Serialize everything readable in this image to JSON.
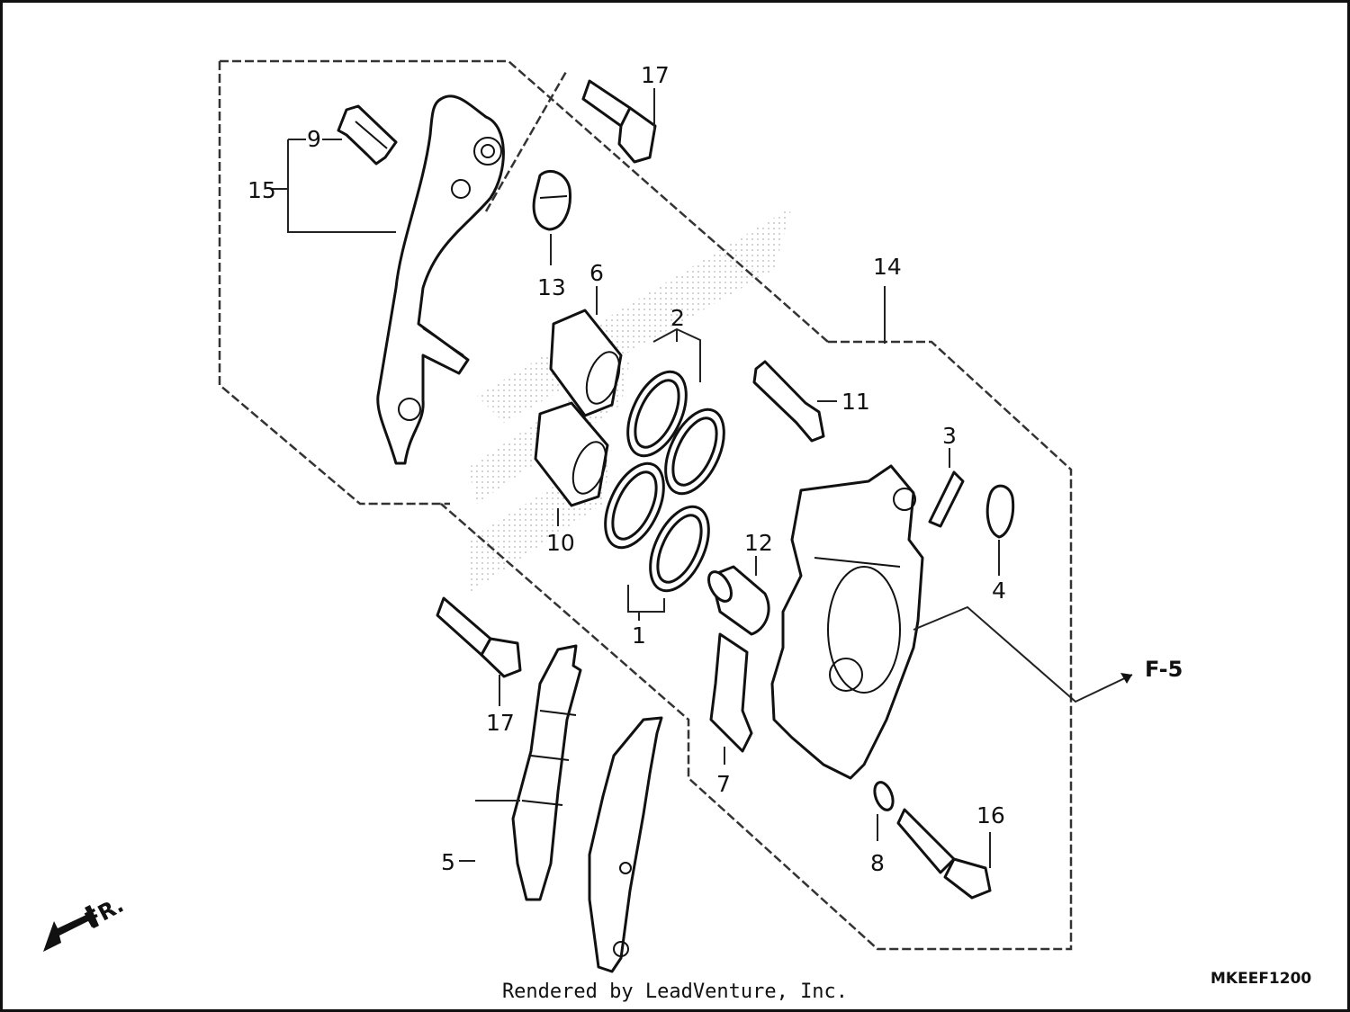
{
  "diagram": {
    "parts": [
      {
        "key": "p1",
        "label": "1"
      },
      {
        "key": "p2",
        "label": "2"
      },
      {
        "key": "p3",
        "label": "3"
      },
      {
        "key": "p4",
        "label": "4"
      },
      {
        "key": "p5",
        "label": "5"
      },
      {
        "key": "p6",
        "label": "6"
      },
      {
        "key": "p7",
        "label": "7"
      },
      {
        "key": "p8",
        "label": "8"
      },
      {
        "key": "p9",
        "label": "9"
      },
      {
        "key": "p10",
        "label": "10"
      },
      {
        "key": "p11",
        "label": "11"
      },
      {
        "key": "p12",
        "label": "12"
      },
      {
        "key": "p13",
        "label": "13"
      },
      {
        "key": "p14",
        "label": "14"
      },
      {
        "key": "p15",
        "label": "15"
      },
      {
        "key": "p16",
        "label": "16"
      },
      {
        "key": "p17a",
        "label": "17"
      },
      {
        "key": "p17b",
        "label": "17"
      }
    ],
    "reference": "F-5",
    "front_marker": "FR.",
    "diagram_code": "MKEEF1200"
  },
  "footer": {
    "credit": "Rendered by LeadVenture, Inc."
  }
}
